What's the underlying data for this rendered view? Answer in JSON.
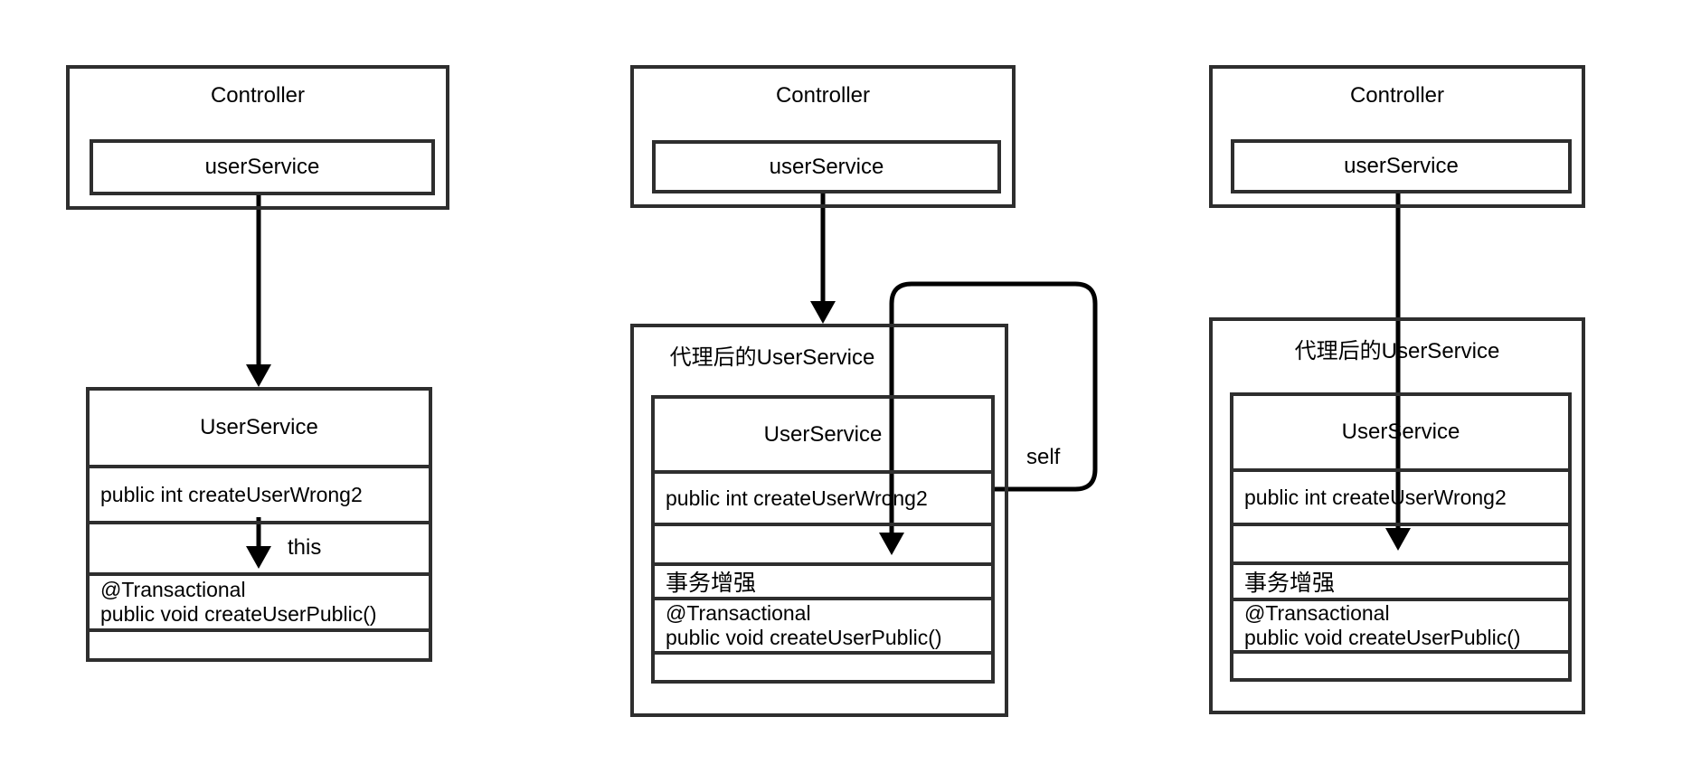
{
  "diagrams": [
    {
      "name": "direct-this-call",
      "controller": {
        "title": "Controller",
        "field": "userService"
      },
      "service": {
        "title": "UserService",
        "method_wrong": "public int createUserWrong2",
        "call_label": "this",
        "annotation": "@Transactional",
        "method_public": "public void createUserPublic()"
      }
    },
    {
      "name": "proxy-self-injection-call",
      "controller": {
        "title": "Controller",
        "field": "userService"
      },
      "proxy": {
        "title": "代理后的UserService"
      },
      "service": {
        "title": "UserService",
        "method_wrong": "public int createUserWrong2",
        "call_label": "self",
        "enhancement": "事务增强",
        "annotation": "@Transactional",
        "method_public": "public void createUserPublic()"
      }
    },
    {
      "name": "proxy-direct-call",
      "controller": {
        "title": "Controller",
        "field": "userService"
      },
      "proxy": {
        "title": "代理后的UserService"
      },
      "service": {
        "title": "UserService",
        "method_wrong": "public int createUserWrong2",
        "enhancement": "事务增强",
        "annotation": "@Transactional",
        "method_public": "public void createUserPublic()"
      }
    }
  ],
  "colors": {
    "background": "#ffffff",
    "box_border": "#2e2e2e",
    "arrow": "#000000",
    "text": "#000000"
  }
}
